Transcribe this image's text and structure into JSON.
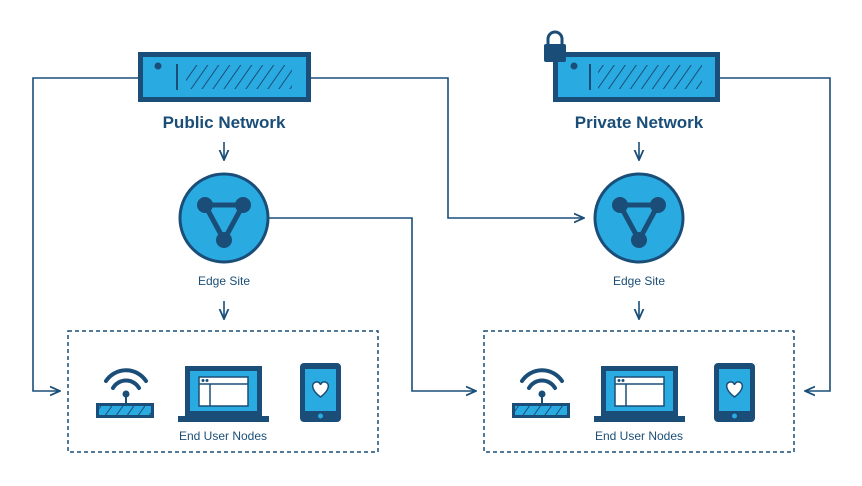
{
  "colors": {
    "dark": "#1a4e78",
    "fill": "#29aae1",
    "white": "#ffffff"
  },
  "public": {
    "title": "Public Network",
    "edge_label": "Edge Site",
    "nodes_label": "End User Nodes"
  },
  "private": {
    "title": "Private Network",
    "edge_label": "Edge Site",
    "nodes_label": "End User Nodes"
  },
  "icons": [
    "server-icon",
    "lock-icon",
    "edge-network-icon",
    "wifi-router-icon",
    "laptop-icon",
    "tablet-heart-icon",
    "arrow-icon"
  ]
}
